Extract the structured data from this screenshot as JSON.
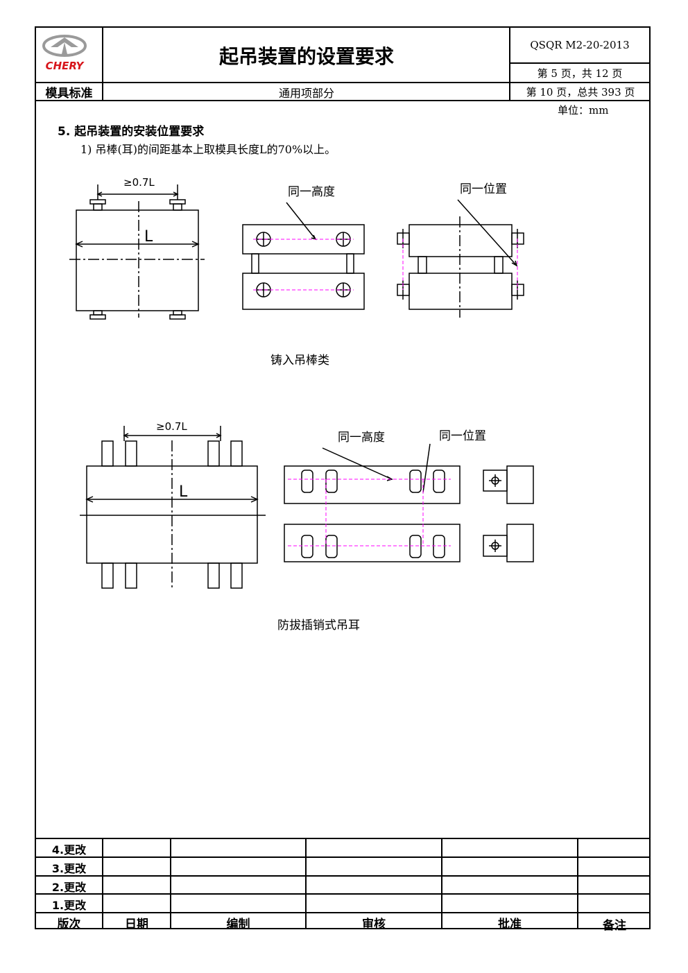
{
  "header": {
    "logo_text": "CHERY",
    "title": "起吊装置的设置要求",
    "doc_code": "QSQR M2-20-2013",
    "page_info": "第 5 页，共 12 页",
    "category": "模具标准",
    "section": "通用项部分",
    "total_page_info": "第 10 页，总共 393 页"
  },
  "unit": "单位：mm",
  "content": {
    "heading": "5.  起吊装置的安装位置要求",
    "item1": "1) 吊棒(耳)的间距基本上取模具长度L的70%以上。",
    "fig1": {
      "spacing": "≥0.7L",
      "length": "L",
      "same_height": "同一高度",
      "same_position": "同一位置",
      "caption": "铸入吊棒类"
    },
    "fig2": {
      "spacing": "≥0.7L",
      "length": "L",
      "same_height": "同一高度",
      "same_position": "同一位置",
      "caption": "防拔插销式吊耳"
    }
  },
  "revision_table": {
    "rows": [
      "4.更改",
      "3.更改",
      "2.更改",
      "1.更改"
    ],
    "headers": [
      "版次",
      "日期",
      "编制",
      "审核",
      "批准",
      "备注"
    ]
  },
  "colors": {
    "accent": "#ff00ff",
    "logo_red": "#d7141a"
  }
}
